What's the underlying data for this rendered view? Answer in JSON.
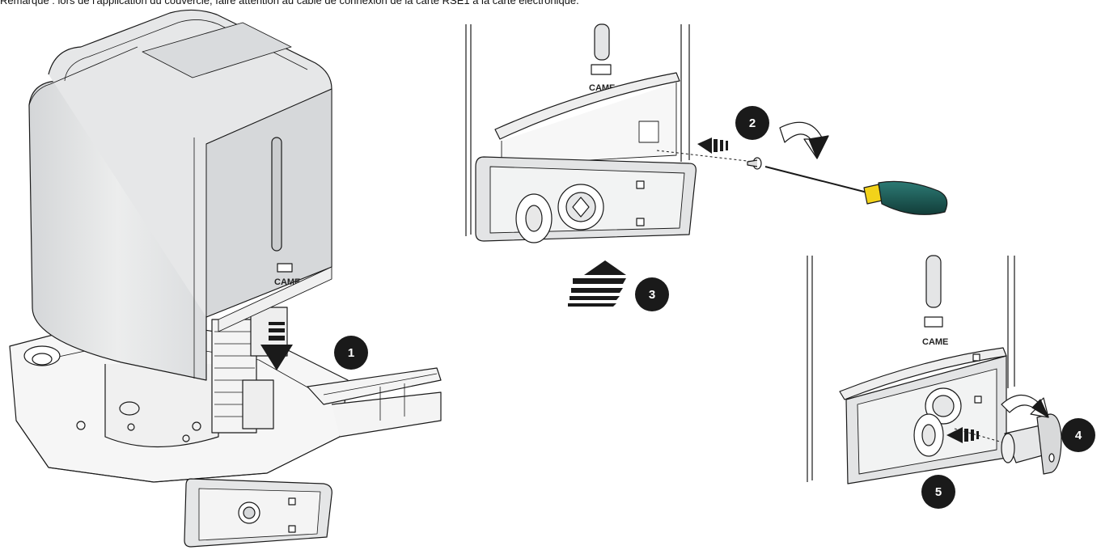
{
  "header": {
    "note": "Remarque : lors de l'application du couvercle, faire attention au câble de connexion de la carte RSE1 à la carte électronique."
  },
  "brand_label": "CAME",
  "steps": [
    {
      "number": "1"
    },
    {
      "number": "2"
    },
    {
      "number": "3"
    },
    {
      "number": "4"
    },
    {
      "number": "5"
    }
  ],
  "colors": {
    "line": "#1a1a1a",
    "cover_fill": "#e9eaeb",
    "cover_shade": "#cfd1d3",
    "marker_fill": "#1a1a1a",
    "screwdriver_handle": "#1f5f5a",
    "screwdriver_ring": "#f2d21a"
  }
}
